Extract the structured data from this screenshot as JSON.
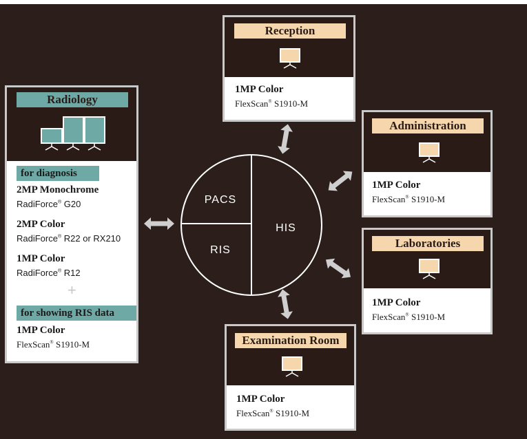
{
  "hub": {
    "segments": [
      "PACS",
      "RIS",
      "HIS"
    ]
  },
  "radiology": {
    "title": "Radiology",
    "diagnosis_header": "for diagnosis",
    "items": [
      {
        "spec": "2MP Monochrome",
        "brand": "RadiForce",
        "model": "G20"
      },
      {
        "spec": "2MP Color",
        "brand": "RadiForce",
        "model": "R22 or RX210"
      },
      {
        "spec": "1MP Color",
        "brand": "RadiForce",
        "model": "R12"
      }
    ],
    "plus": "+",
    "ris_header": "for showing RIS data",
    "ris_item": {
      "spec": "1MP Color",
      "brand": "FlexScan",
      "model": "S1910-M"
    }
  },
  "stations": {
    "reception": {
      "title": "Reception",
      "spec": "1MP Color",
      "brand": "FlexScan",
      "model": "S1910-M"
    },
    "administration": {
      "title": "Administration",
      "spec": "1MP Color",
      "brand": "FlexScan",
      "model": "S1910-M"
    },
    "laboratories": {
      "title": "Laboratories",
      "spec": "1MP Color",
      "brand": "FlexScan",
      "model": "S1910-M"
    },
    "examination": {
      "title": "Examination Room",
      "spec": "1MP Color",
      "brand": "FlexScan",
      "model": "S1910-M"
    }
  },
  "colors": {
    "background": "#2c1f1b",
    "peach": "#f6d6ad",
    "teal": "#6fa9a5",
    "arrow": "#cfcfcf"
  }
}
